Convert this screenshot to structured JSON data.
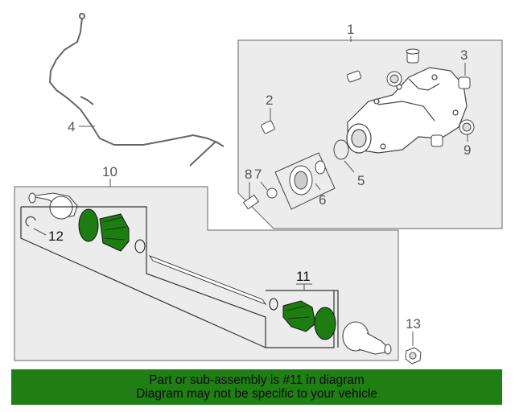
{
  "callouts": {
    "c1": "1",
    "c2": "2",
    "c3": "3",
    "c4": "4",
    "c5": "5",
    "c6": "6",
    "c7": "7",
    "c8": "8",
    "c9": "9",
    "c10": "10",
    "c11": "11",
    "c12": "12",
    "c13": "13"
  },
  "banner": {
    "line1": "Part or sub-assembly is #11 in diagram",
    "line2": "Diagram may not be specific to your vehicle"
  },
  "colors": {
    "highlight_part": "#1e7d12",
    "banner_bg": "#1f7f13",
    "panel_bg": "#ececec",
    "line": "#444444"
  }
}
